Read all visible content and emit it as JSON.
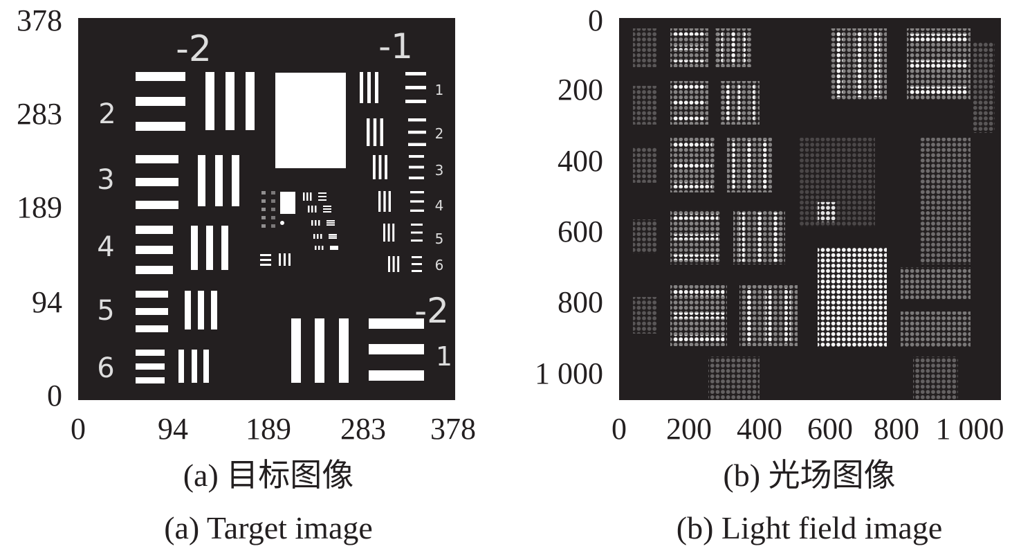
{
  "panel_a": {
    "y_ticks": [
      "378",
      "283",
      "189",
      "94",
      "0"
    ],
    "x_ticks": [
      "0",
      "94",
      "189",
      "283",
      "378"
    ],
    "caption_cn": "(a) 目标图像",
    "caption_en": "(a) Target image",
    "target_labels": {
      "group_top_left": "-2",
      "group_top_right": "-1",
      "group_bottom_right": "-2",
      "left_elements": [
        "2",
        "3",
        "4",
        "5",
        "6"
      ],
      "right_elements": [
        "1",
        "2",
        "3",
        "4",
        "5",
        "6"
      ],
      "bottom_element": "1"
    }
  },
  "panel_b": {
    "y_ticks": [
      "0",
      "200",
      "400",
      "600",
      "800",
      "1 000"
    ],
    "x_ticks": [
      "0",
      "200",
      "400",
      "600",
      "800",
      "1 000"
    ],
    "caption_cn": "(b) 光场图像",
    "caption_en": "(b) Light field image"
  },
  "colors": {
    "background": "#231f20",
    "foreground": "#ffffff"
  }
}
